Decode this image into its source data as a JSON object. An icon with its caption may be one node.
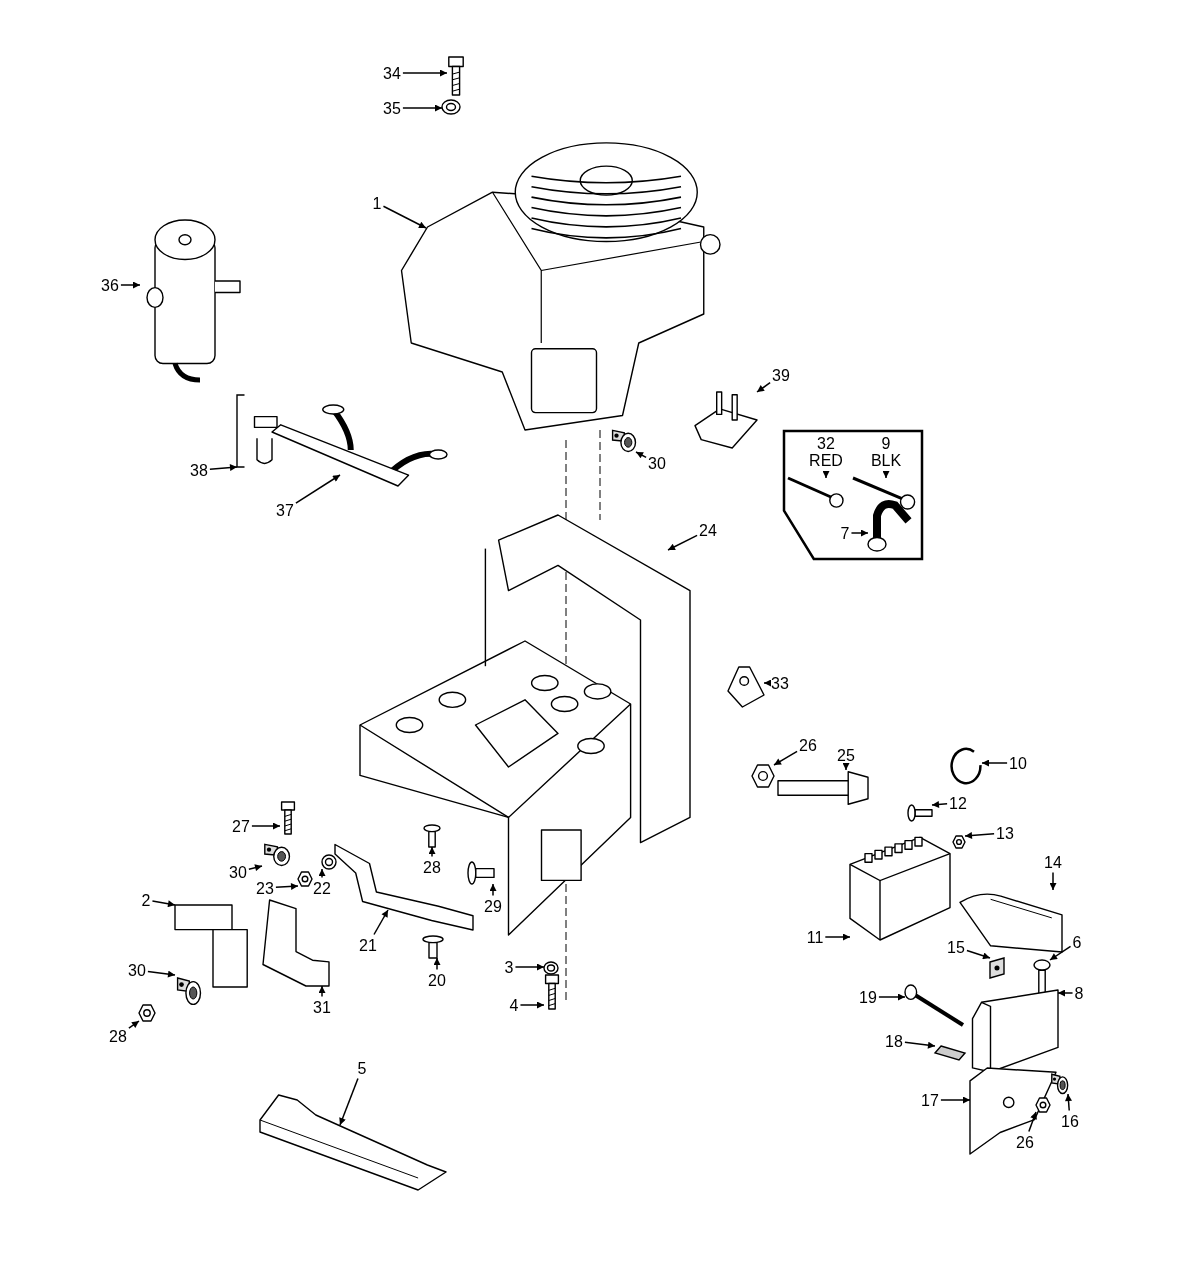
{
  "diagram": {
    "nodes": [
      {
        "text": [
          "34"
        ]
      },
      {
        "text": [],
        "shape": "picture"
      },
      {
        "text": [
          "35"
        ]
      },
      {
        "text": [],
        "shape": "picture"
      },
      {
        "text": [
          "1"
        ]
      },
      {
        "text": [],
        "shape": "picture"
      },
      {
        "text": [
          "36"
        ]
      },
      {
        "text": [],
        "shape": "picture"
      },
      {
        "text": [
          "39"
        ]
      },
      {
        "text": [],
        "shape": "picture"
      },
      {
        "text": [
          "30"
        ]
      },
      {
        "text": [],
        "shape": "picture"
      },
      {
        "text": [
          "38"
        ]
      },
      {
        "text": [],
        "shape": "picture"
      },
      {
        "text": [
          "37"
        ]
      },
      {
        "text": [],
        "shape": "picture"
      },
      {
        "text": [],
        "shape": "box"
      },
      {
        "text": [
          "32 RED"
        ],
        "in": 16
      },
      {
        "text": [],
        "shape": "picture",
        "in": 16
      },
      {
        "text": [
          "9 BLK"
        ],
        "in": 16
      },
      {
        "text": [],
        "shape": "picture",
        "in": 16
      },
      {
        "text": [
          "7"
        ],
        "in": 16
      },
      {
        "text": [],
        "shape": "picture",
        "in": 16
      },
      {
        "text": [
          "24"
        ]
      },
      {
        "text": [],
        "shape": "picture"
      },
      {
        "text": [
          "33"
        ]
      },
      {
        "text": [],
        "shape": "picture"
      },
      {
        "text": [
          "26"
        ]
      },
      {
        "text": [],
        "shape": "picture"
      },
      {
        "text": [
          "25"
        ]
      },
      {
        "text": [],
        "shape": "picture"
      },
      {
        "text": [
          "10"
        ]
      },
      {
        "text": [],
        "shape": "picture"
      },
      {
        "text": [
          "12"
        ]
      },
      {
        "text": [],
        "shape": "picture"
      },
      {
        "text": [
          "13"
        ]
      },
      {
        "text": [],
        "shape": "picture"
      },
      {
        "text": [
          "11"
        ]
      },
      {
        "text": [],
        "shape": "picture"
      },
      {
        "text": [
          "14"
        ]
      },
      {
        "text": [],
        "shape": "picture"
      },
      {
        "text": [
          "15"
        ]
      },
      {
        "text": [],
        "shape": "picture"
      },
      {
        "text": [
          "6"
        ]
      },
      {
        "text": [],
        "shape": "picture"
      },
      {
        "text": [
          "19"
        ]
      },
      {
        "text": [],
        "shape": "picture"
      },
      {
        "text": [
          "8"
        ]
      },
      {
        "text": [],
        "shape": "picture"
      },
      {
        "text": [
          "18"
        ]
      },
      {
        "text": [],
        "shape": "picture"
      },
      {
        "text": [
          "17"
        ]
      },
      {
        "text": [],
        "shape": "picture"
      },
      {
        "text": [
          "16"
        ]
      },
      {
        "text": [],
        "shape": "picture"
      },
      {
        "text": [
          "26"
        ]
      },
      {
        "text": [],
        "shape": "picture"
      },
      {
        "text": [
          "27"
        ]
      },
      {
        "text": [],
        "shape": "picture"
      },
      {
        "text": [
          "30"
        ]
      },
      {
        "text": [],
        "shape": "picture"
      },
      {
        "text": [
          "23"
        ]
      },
      {
        "text": [],
        "shape": "picture"
      },
      {
        "text": [
          "22"
        ]
      },
      {
        "text": [],
        "shape": "picture"
      },
      {
        "text": [
          "28"
        ]
      },
      {
        "text": [],
        "shape": "picture"
      },
      {
        "text": [
          "29"
        ]
      },
      {
        "text": [],
        "shape": "picture"
      },
      {
        "text": [
          "21"
        ]
      },
      {
        "text": [],
        "shape": "picture"
      },
      {
        "text": [
          "2"
        ]
      },
      {
        "text": [],
        "shape": "picture"
      },
      {
        "text": [
          "31"
        ]
      },
      {
        "text": [],
        "shape": "picture"
      },
      {
        "text": [
          "20"
        ]
      },
      {
        "text": [],
        "shape": "picture"
      },
      {
        "text": [
          "3"
        ]
      },
      {
        "text": [],
        "shape": "picture"
      },
      {
        "text": [
          "4"
        ]
      },
      {
        "text": [],
        "shape": "picture"
      },
      {
        "text": [
          "30"
        ]
      },
      {
        "text": [],
        "shape": "picture"
      },
      {
        "text": [
          "28"
        ]
      },
      {
        "text": [],
        "shape": "picture"
      },
      {
        "text": [
          "5"
        ]
      },
      {
        "text": [],
        "shape": "picture"
      }
    ],
    "edges": [
      {
        "from": 0,
        "to": 1,
        "arrow": "to"
      },
      {
        "from": 2,
        "to": 3,
        "arrow": "to"
      },
      {
        "from": 4,
        "to": 5,
        "arrow": "to"
      },
      {
        "from": 6,
        "to": 7,
        "arrow": "to"
      },
      {
        "from": 8,
        "to": 9,
        "arrow": "to"
      },
      {
        "from": 10,
        "to": 11,
        "arrow": "to"
      },
      {
        "from": 12,
        "to": 13,
        "arrow": "to"
      },
      {
        "from": 14,
        "to": 15,
        "arrow": "to"
      },
      {
        "from": 17,
        "to": 18,
        "arrow": "to"
      },
      {
        "from": 19,
        "to": 20,
        "arrow": "to"
      },
      {
        "from": 21,
        "to": 22,
        "arrow": "to"
      },
      {
        "from": 23,
        "to": 24,
        "arrow": "to"
      },
      {
        "from": 25,
        "to": 26,
        "arrow": "to"
      },
      {
        "from": 27,
        "to": 28,
        "arrow": "to"
      },
      {
        "from": 29,
        "to": 30,
        "arrow": "to"
      },
      {
        "from": 31,
        "to": 32,
        "arrow": "to"
      },
      {
        "from": 33,
        "to": 34,
        "arrow": "to"
      },
      {
        "from": 35,
        "to": 36,
        "arrow": "to"
      },
      {
        "from": 37,
        "to": 38,
        "arrow": "to"
      },
      {
        "from": 39,
        "to": 40,
        "arrow": "to"
      },
      {
        "from": 41,
        "to": 42,
        "arrow": "to"
      },
      {
        "from": 43,
        "to": 44,
        "arrow": "to"
      },
      {
        "from": 45,
        "to": 46,
        "arrow": "to"
      },
      {
        "from": 47,
        "to": 48,
        "arrow": "to"
      },
      {
        "from": 49,
        "to": 50,
        "arrow": "to"
      },
      {
        "from": 51,
        "to": 52,
        "arrow": "to"
      },
      {
        "from": 53,
        "to": 54,
        "arrow": "to"
      },
      {
        "from": 55,
        "to": 56,
        "arrow": "to"
      },
      {
        "from": 57,
        "to": 58,
        "arrow": "to"
      },
      {
        "from": 59,
        "to": 60,
        "arrow": "to"
      },
      {
        "from": 61,
        "to": 62,
        "arrow": "to"
      },
      {
        "from": 63,
        "to": 64,
        "arrow": "to"
      },
      {
        "from": 65,
        "to": 66,
        "arrow": "to"
      },
      {
        "from": 67,
        "to": 68,
        "arrow": "to"
      },
      {
        "from": 69,
        "to": 70,
        "arrow": "to"
      },
      {
        "from": 71,
        "to": 72,
        "arrow": "to"
      },
      {
        "from": 73,
        "to": 74,
        "arrow": "to"
      },
      {
        "from": 75,
        "to": 76,
        "arrow": "to"
      },
      {
        "from": 77,
        "to": 78,
        "arrow": "to"
      },
      {
        "from": 79,
        "to": 80,
        "arrow": "to"
      },
      {
        "from": 81,
        "to": 82,
        "arrow": "to"
      },
      {
        "from": 83,
        "to": 84,
        "arrow": "to"
      },
      {
        "from": 85,
        "to": 86,
        "arrow": "to"
      }
    ]
  }
}
